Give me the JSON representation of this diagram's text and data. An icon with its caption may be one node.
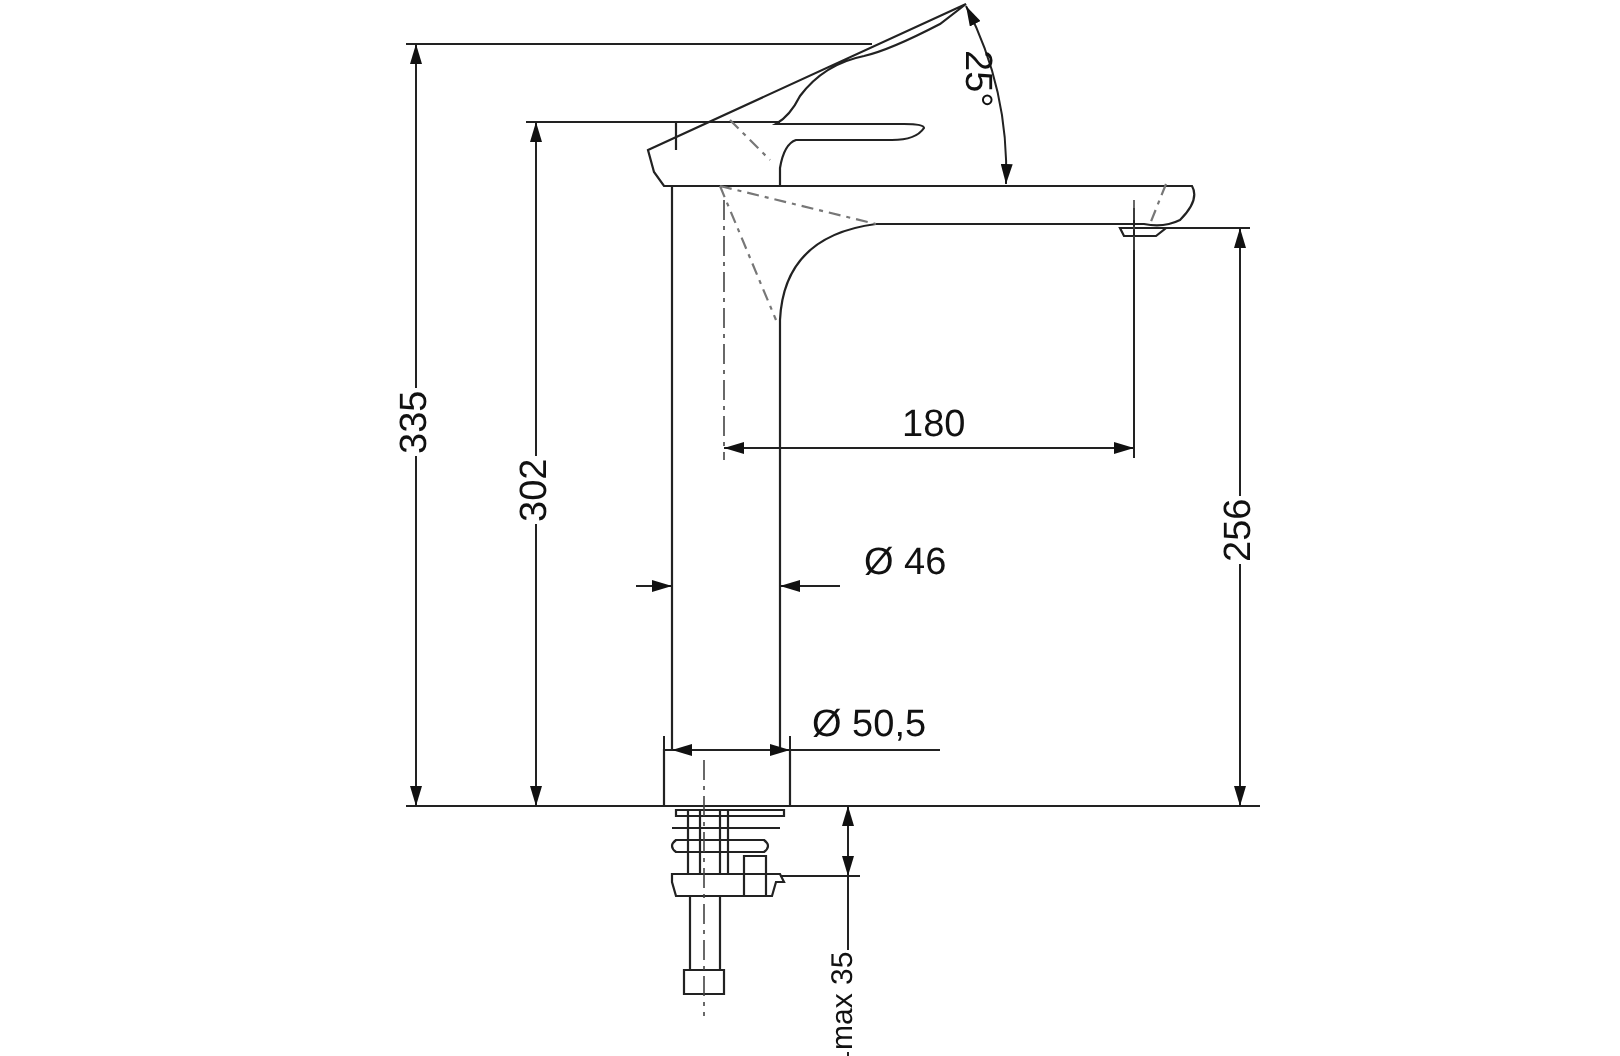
{
  "diagram": {
    "labels": [
      "335",
      "302",
      "25°",
      "180",
      "256",
      "Ø 46",
      "Ø 50,5",
      "max 35"
    ]
  }
}
